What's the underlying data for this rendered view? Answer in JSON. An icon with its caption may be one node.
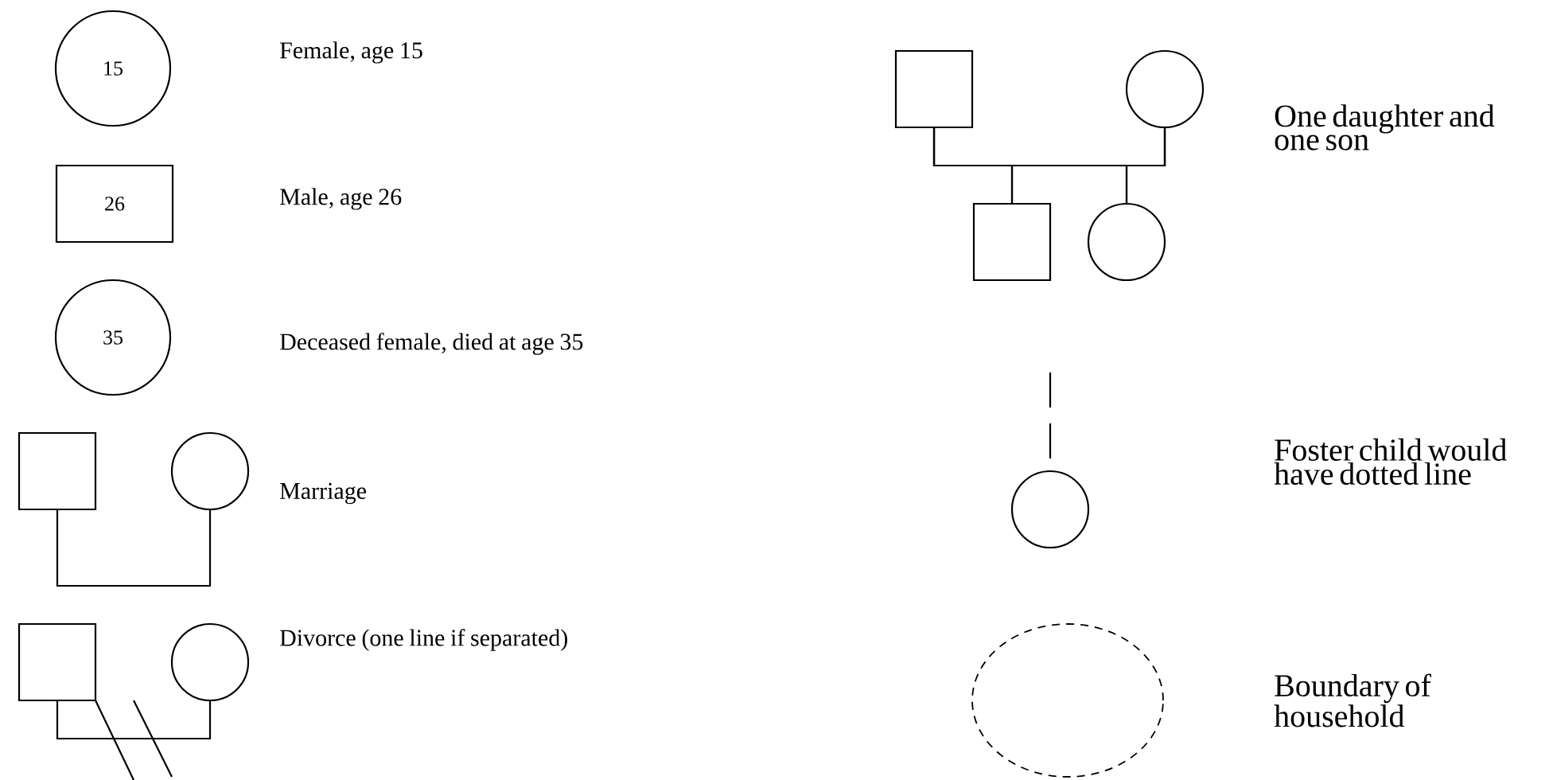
{
  "diagram": {
    "nodes": [
      {
        "text": [
          "15"
        ]
      },
      {
        "text": [
          "26"
        ]
      },
      {
        "text": [
          "35"
        ]
      },
      {
        "text": [],
        "shape": "box"
      },
      {
        "text": [],
        "shape": "circle"
      },
      {
        "text": [],
        "shape": "box"
      },
      {
        "text": [],
        "shape": "circle"
      },
      {
        "text": [],
        "shape": "box"
      },
      {
        "text": [],
        "shape": "circle"
      },
      {
        "text": [],
        "shape": "box"
      },
      {
        "text": [],
        "shape": "circle"
      },
      {
        "text": [],
        "shape": "circle"
      },
      {
        "text": [],
        "shape": "ellipse"
      }
    ],
    "edges": [
      {
        "from": 3,
        "to": 4,
        "arrow": "none"
      },
      {
        "from": 5,
        "to": 6,
        "arrow": "none"
      },
      {
        "from": 7,
        "to": 8,
        "arrow": "none"
      },
      {
        "from": 7,
        "to": 9,
        "arrow": "none"
      },
      {
        "from": 8,
        "to": 9,
        "arrow": "none"
      },
      {
        "from": 7,
        "to": 10,
        "arrow": "none"
      },
      {
        "from": 8,
        "to": 10,
        "arrow": "none"
      },
      {
        "from": null,
        "to": 11,
        "arrow": "none",
        "style": "dashed"
      }
    ],
    "labels": [
      "Female, age 15",
      "One daughter and one son",
      "Male, age 26",
      "Deceased female, died at age 35",
      "Foster child would have dotted line",
      "Marriage",
      "Divorce (one line if separated)",
      "Boundary of household"
    ]
  }
}
